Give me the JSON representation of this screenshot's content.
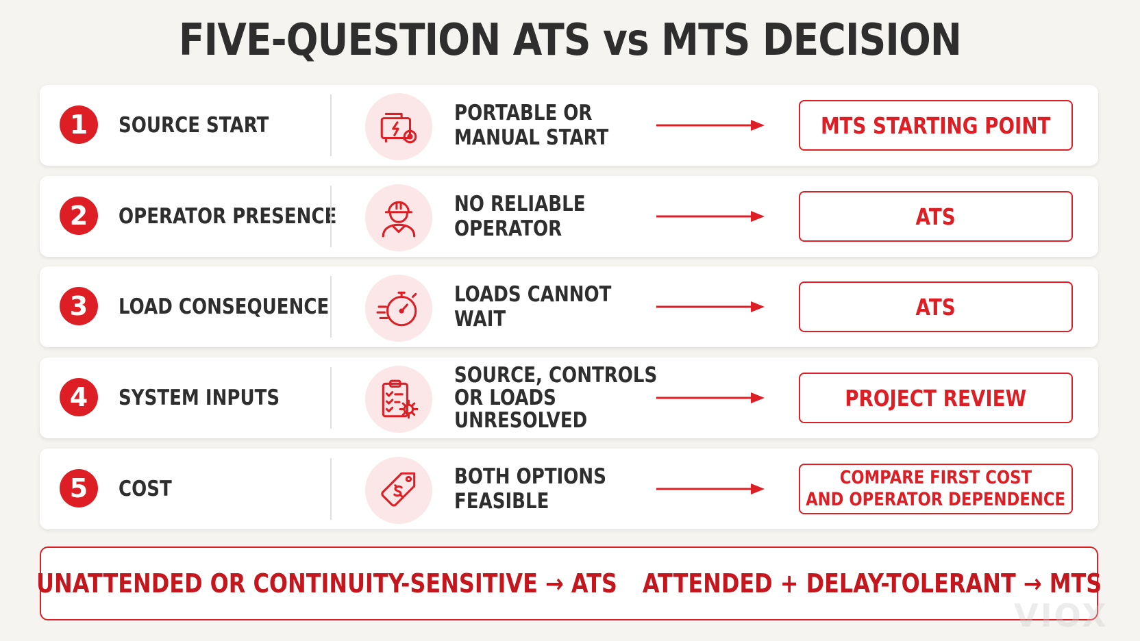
{
  "title": "FIVE-QUESTION ATS vs MTS DECISION",
  "accent_color": "#dd1e24",
  "rows": [
    {
      "number": "1",
      "question": "SOURCE START",
      "icon": "generator-icon",
      "condition_lines": [
        "PORTABLE OR",
        "MANUAL START"
      ],
      "result_lines": [
        "MTS STARTING POINT"
      ]
    },
    {
      "number": "2",
      "question": "OPERATOR PRESENCE",
      "icon": "operator-hardhat-icon",
      "condition_lines": [
        "NO RELIABLE",
        "OPERATOR"
      ],
      "result_lines": [
        "ATS"
      ]
    },
    {
      "number": "3",
      "question": "LOAD CONSEQUENCE",
      "icon": "stopwatch-icon",
      "condition_lines": [
        "LOADS CANNOT",
        "WAIT"
      ],
      "result_lines": [
        "ATS"
      ]
    },
    {
      "number": "4",
      "question": "SYSTEM INPUTS",
      "icon": "checklist-gear-icon",
      "condition_lines": [
        "SOURCE, CONTROLS",
        "OR LOADS",
        "UNRESOLVED"
      ],
      "result_lines": [
        "PROJECT REVIEW"
      ]
    },
    {
      "number": "5",
      "question": "COST",
      "icon": "price-tag-icon",
      "condition_lines": [
        "BOTH OPTIONS",
        "FEASIBLE"
      ],
      "result_lines": [
        "COMPARE FIRST COST",
        "AND OPERATOR DEPENDENCE"
      ]
    }
  ],
  "summary": {
    "left": "UNATTENDED OR CONTINUITY-SENSITIVE → ATS",
    "right": "ATTENDED + DELAY-TOLERANT → MTS"
  },
  "watermark": "VIOX"
}
